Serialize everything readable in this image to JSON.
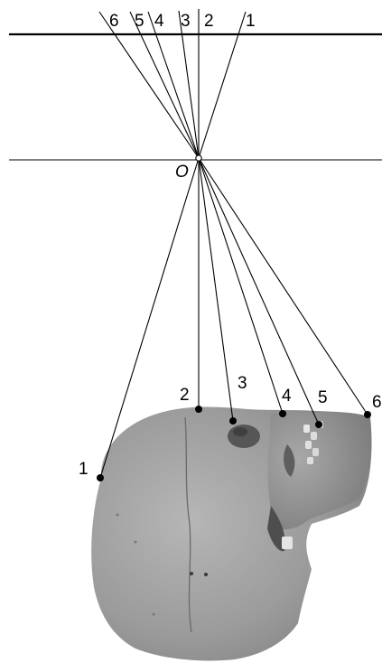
{
  "origin_label": "O",
  "point_labels": [
    "1",
    "2",
    "3",
    "4",
    "5",
    "6"
  ],
  "colors": {
    "line": "#000000",
    "background": "#ffffff",
    "skull": "#9a9a9a",
    "skull_shadow": "#6f6f6f",
    "skull_highlight": "#b4b4b4"
  },
  "icons": {
    "skull": "skull-photo-profile"
  }
}
